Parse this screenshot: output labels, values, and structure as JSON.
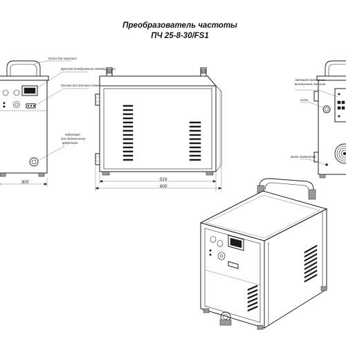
{
  "title": {
    "line1": "Преобразователь частоты",
    "line2": "ПЧ 25-8-30/FS1"
  },
  "front_view": {
    "callouts": {
      "handle": "Ручка для переноса",
      "display": "Дисплей отображения температуры",
      "sensor_connector": "Разъем для датчика температуры",
      "cable_inlet_line1": "Кабелевод",
      "cable_inlet_line2": "для подключения",
      "cable_inlet_line3": "индуктора"
    },
    "width_dim": "305"
  },
  "side_view": {
    "dim_inner": "519",
    "dim_outer": "600"
  },
  "back_view": {
    "callouts": {
      "breaker_line1": "Автомат включения,",
      "breaker_line2": "выключения питания",
      "mains": "Сеть",
      "ground": "Болт заземления"
    }
  }
}
